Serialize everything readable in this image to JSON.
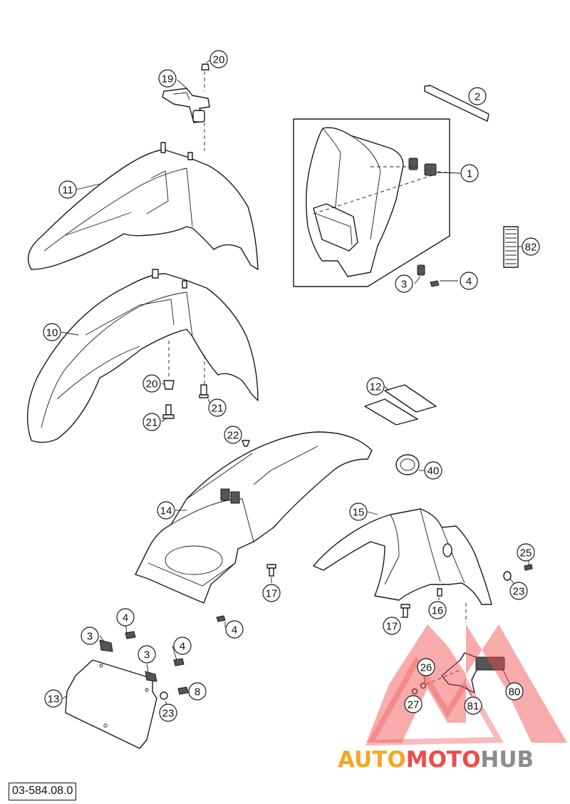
{
  "callouts": [
    {
      "id": "c1",
      "label": "1"
    },
    {
      "id": "c2",
      "label": "2"
    },
    {
      "id": "c3a",
      "label": "3"
    },
    {
      "id": "c4a",
      "label": "4"
    },
    {
      "id": "c82",
      "label": "82"
    },
    {
      "id": "c20a",
      "label": "20"
    },
    {
      "id": "c19",
      "label": "19"
    },
    {
      "id": "c11",
      "label": "11"
    },
    {
      "id": "c10",
      "label": "10"
    },
    {
      "id": "c20b",
      "label": "20"
    },
    {
      "id": "c21a",
      "label": "21"
    },
    {
      "id": "c21b",
      "label": "21"
    },
    {
      "id": "c12",
      "label": "12"
    },
    {
      "id": "c22",
      "label": "22"
    },
    {
      "id": "c40",
      "label": "40"
    },
    {
      "id": "c14",
      "label": "14"
    },
    {
      "id": "c15",
      "label": "15"
    },
    {
      "id": "c25",
      "label": "25"
    },
    {
      "id": "c23a",
      "label": "23"
    },
    {
      "id": "c17a",
      "label": "17"
    },
    {
      "id": "c16",
      "label": "16"
    },
    {
      "id": "c17b",
      "label": "17"
    },
    {
      "id": "c4b",
      "label": "4"
    },
    {
      "id": "c4c",
      "label": "4"
    },
    {
      "id": "c3b",
      "label": "3"
    },
    {
      "id": "c3c",
      "label": "3"
    },
    {
      "id": "c4d",
      "label": "4"
    },
    {
      "id": "c13",
      "label": "13"
    },
    {
      "id": "c8",
      "label": "8"
    },
    {
      "id": "c23b",
      "label": "23"
    },
    {
      "id": "c26",
      "label": "26"
    },
    {
      "id": "c27",
      "label": "27"
    },
    {
      "id": "c81",
      "label": "81"
    },
    {
      "id": "c80",
      "label": "80"
    }
  ],
  "part_number": "03-584.08.0",
  "watermark": {
    "text_orange": "AUTO",
    "text_red": "MOTO",
    "text_gray": "HUB",
    "color_orange": "#f5a623",
    "color_red": "#ef4b4b",
    "color_gray": "#8c8c8c"
  }
}
